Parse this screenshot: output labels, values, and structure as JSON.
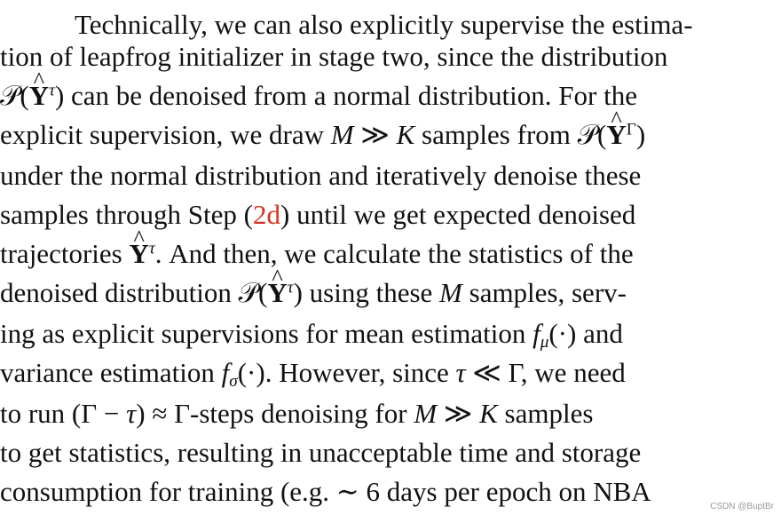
{
  "paragraph": {
    "line1": "Technically, we can also explicitly supervise the estima-",
    "line2": "tion of leapfrog initializer in stage two, since the distribution",
    "line3_pre": "𝒫(",
    "line3_Y": "Y",
    "line3_sup": "τ",
    "line3_post": ") can be denoised from a normal distribution. For the",
    "line4_pre": "explicit supervision, we draw ",
    "line4_math1": "M",
    "line4_rel": " ≫ ",
    "line4_math2": "K",
    "line4_mid": " samples from 𝒫(",
    "line4_Y": "Y",
    "line4_sup": "Γ",
    "line4_post": ")",
    "line5": "under the normal distribution and iteratively denoise these",
    "line6_pre": "samples through Step (",
    "line6_ref": "2d",
    "line6_post": ") until we get expected denoised",
    "line7_pre": "trajectories ",
    "line7_Y": "Y",
    "line7_sup": "τ",
    "line7_post": ". And then, we calculate the statistics of the",
    "line8_pre": "denoised distribution 𝒫(",
    "line8_Y": "Y",
    "line8_sup": "τ",
    "line8_mid": ") using these ",
    "line8_math": "M",
    "line8_post": " samples, serv-",
    "line9_pre": "ing as explicit supervisions for mean estimation ",
    "line9_f": "f",
    "line9_sub": "μ",
    "line9_post": "(·) and",
    "line10_pre": "variance estimation ",
    "line10_f": "f",
    "line10_sub": "σ",
    "line10_mid": "(·). However, since ",
    "line10_tau": "τ",
    "line10_post": " ≪ Γ, we need",
    "line11_pre": "to run (Γ − ",
    "line11_tau": "τ",
    "line11_mid": ") ≈ Γ-steps denoising for ",
    "line11_m": "M",
    "line11_rel": " ≫ ",
    "line11_k": "K",
    "line11_post": " samples",
    "line12": "to get statistics, resulting in unacceptable time and storage",
    "line13": "consumption for training (e.g. ∼ 6 days per epoch on NBA"
  },
  "hat_glyph": "^",
  "watermark": "CSDN @BuptBr",
  "colors": {
    "text": "#111111",
    "reference": "#d8311f",
    "watermark": "#9a9a9a"
  }
}
